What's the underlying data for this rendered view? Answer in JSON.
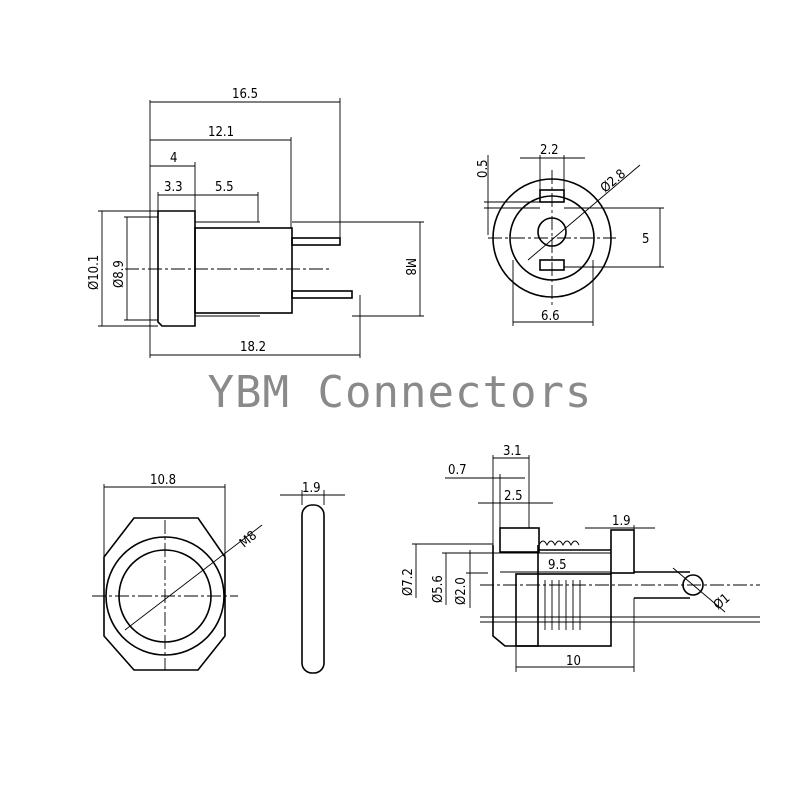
{
  "title": "YBM Connectors",
  "side_view": {
    "overall_length": "16.5",
    "length_12": "12.1",
    "flange_4": "4",
    "flange_3": "3.3",
    "pin_5": "5.5",
    "outer_dia": "Ø10.1",
    "inner_dia": "Ø8.9",
    "thread": "M8",
    "total": "18.2"
  },
  "rear_view": {
    "gap": "0.5",
    "pin_width": "2.2",
    "pin_dia": "Ø2.8",
    "height": "5",
    "width": "6.6"
  },
  "nut_view": {
    "width": "10.8",
    "thread": "M8"
  },
  "nut_side": {
    "thickness": "1.9"
  },
  "section_view": {
    "d31": "3.1",
    "d07": "0.7",
    "d25": "2.5",
    "d19": "1.9",
    "dia72": "Ø7.2",
    "dia56": "Ø5.6",
    "dia20": "Ø2.0",
    "d95": "9.5",
    "d10": "10",
    "dia1": "Ø1"
  }
}
